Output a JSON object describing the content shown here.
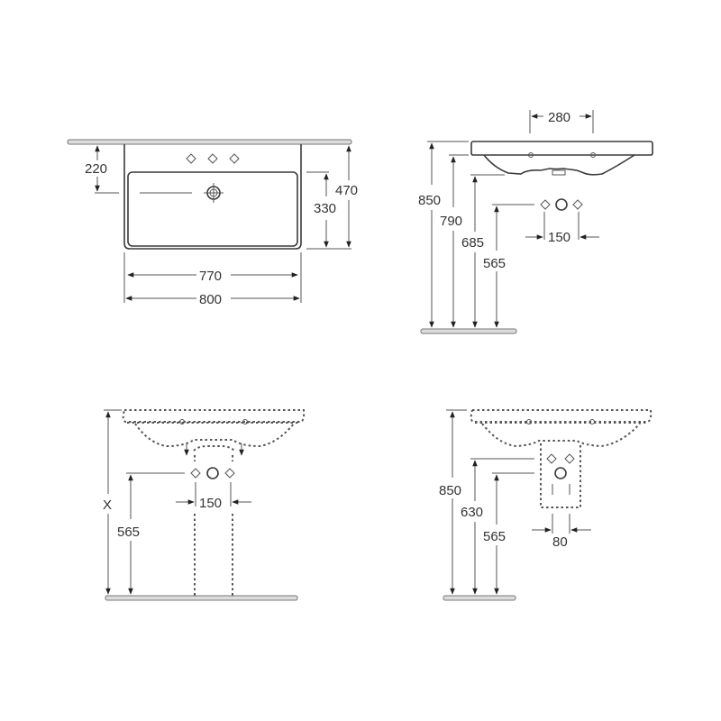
{
  "drawing": {
    "subject": "washbasin dimension drawing",
    "units": "mm",
    "views": [
      {
        "id": "top-view",
        "dimensions": {
          "depth_to_tap": "220",
          "bowl_depth": "330",
          "total_depth": "470",
          "bowl_width": "770",
          "total_width": "800"
        }
      },
      {
        "id": "side-view-wall",
        "dimensions": {
          "tap_spacing": "280",
          "height_rim": "850",
          "height_underside": "790",
          "height_bottom": "685",
          "height_waste": "565",
          "waste_spacing": "150"
        }
      },
      {
        "id": "front-view-pedestal",
        "dimensions": {
          "height_x": "X",
          "height_waste": "565",
          "waste_spacing": "150"
        }
      },
      {
        "id": "front-view-semipedestal",
        "dimensions": {
          "height_rim": "850",
          "height_supply": "630",
          "height_waste": "565",
          "waste_spacing": "80"
        }
      }
    ]
  },
  "colors": {
    "line": "#3a3a3a",
    "floor": "#dcdcdc",
    "background": "#ffffff"
  }
}
